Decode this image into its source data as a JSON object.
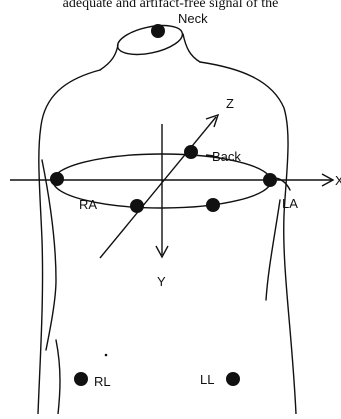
{
  "caption": "adequate and artifact-free signal of the",
  "labels": {
    "neck": "Neck",
    "back": "Back",
    "z_axis": "Z",
    "x_axis": "X",
    "y_axis": "Y",
    "ra": "RA",
    "la": "LA",
    "rl": "RL",
    "ll": "LL"
  }
}
